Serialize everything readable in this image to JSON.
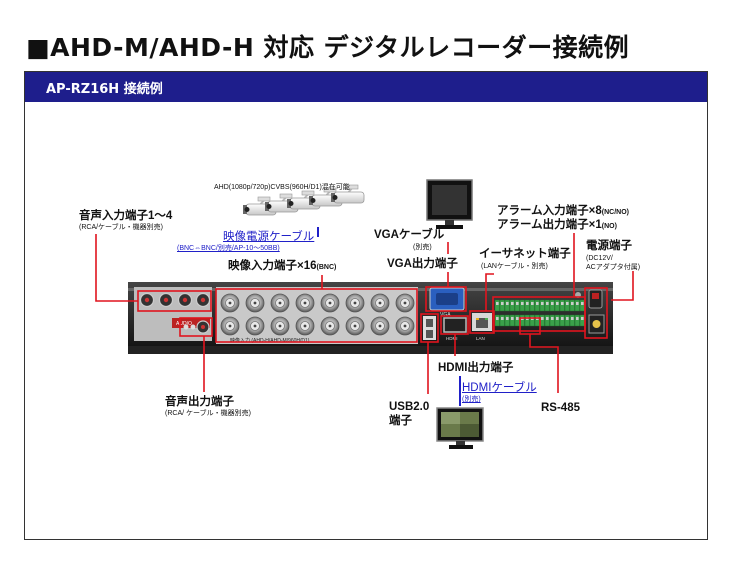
{
  "page": {
    "title": "■AHD-M/AHD-H 対応 デジタルレコーダー接続例",
    "section_header": "AP-RZ16H 接続例"
  },
  "labels": {
    "ahd_note": "AHD(1080p/720p)CVBS(960H/D1)混在可能",
    "audio_in": "音声入力端子1〜4",
    "audio_in_note": "(RCA/ケーブル・機器別売)",
    "video_cable": "映像電源ケーブル",
    "video_cable_note": "(BNC⇔BNC/別売/AP-10〜50BB)",
    "video_in": "映像入力端子×16",
    "video_in_suffix": "(BNC)",
    "vga_cable": "VGAケーブル",
    "vga_cable_note": "(別売)",
    "vga_out": "VGA出力端子",
    "ethernet": "イーサネット端子",
    "ethernet_note": "(LANケーブル・別売)",
    "alarm_in": "アラーム入力端子×8",
    "alarm_in_suffix": "(NC/NO)",
    "alarm_out": "アラーム出力端子×1",
    "alarm_out_suffix": "(NO)",
    "power": "電源端子",
    "power_note1": "(DC12V/",
    "power_note2": "ACアダプタ付属)",
    "audio_out": "音声出力端子",
    "audio_out_note": "(RCA/ ケーブル・機器別売)",
    "hdmi_out": "HDMI出力端子",
    "hdmi_cable": "HDMIケーブル",
    "hdmi_cable_note": "(別売)",
    "usb": "USB2.0",
    "usb2": "端子",
    "rs485": "RS-485"
  },
  "device": {
    "panel_text": "映像入力 (AHD-H/AHD-M/960H/D1)",
    "vga_label": "VGA",
    "hdmi_label": "HDMI",
    "lan_label": "LAN"
  },
  "colors": {
    "header_bg": "#1e1e8c",
    "callout": "#e0141e",
    "link": "#2020c8"
  }
}
